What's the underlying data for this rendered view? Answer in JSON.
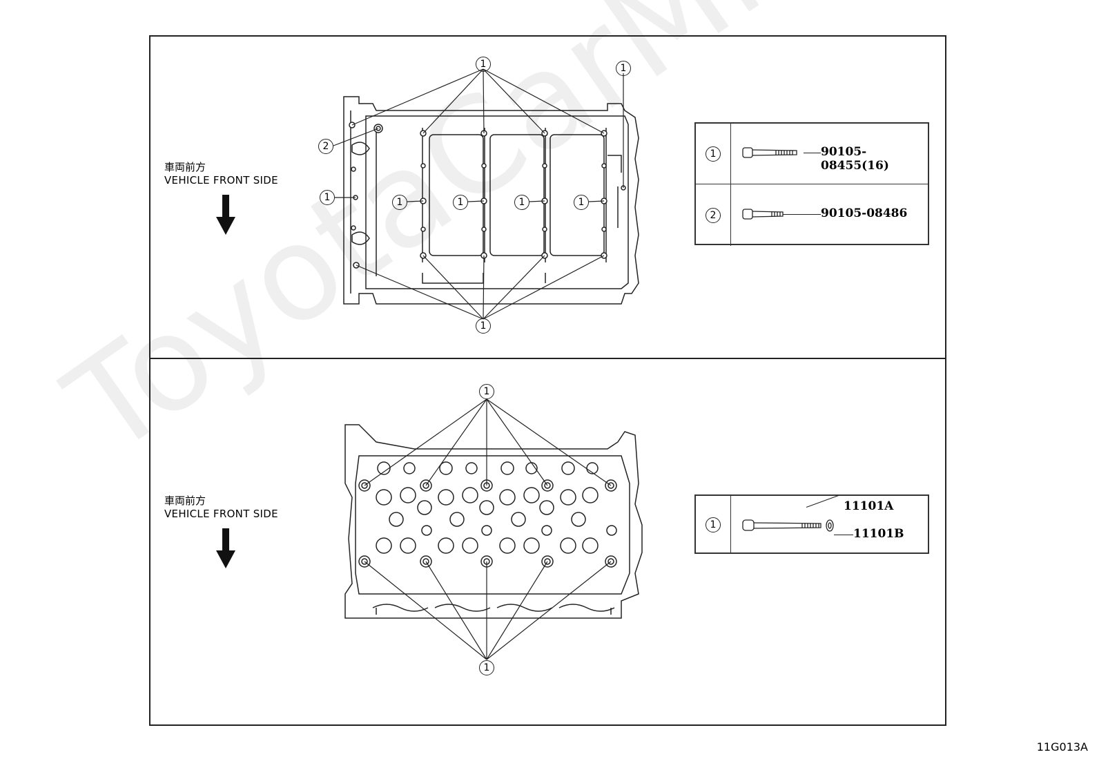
{
  "watermark": "ToyotaCarMine.ru",
  "top_section": {
    "direction_jp": "車両前方",
    "direction_en": "VEHICLE FRONT SIDE",
    "callouts": {
      "one": "1",
      "two": "2"
    },
    "parts": [
      {
        "index": "1",
        "part_number": "90105-08455(16)"
      },
      {
        "index": "2",
        "part_number": "90105-08486"
      }
    ]
  },
  "bottom_section": {
    "direction_jp": "車両前方",
    "direction_en": "VEHICLE FRONT SIDE",
    "callouts": {
      "one": "1"
    },
    "parts": [
      {
        "index": "1",
        "part_a": "11101A",
        "part_b": "11101B"
      }
    ]
  },
  "doc_code": "11G013A"
}
